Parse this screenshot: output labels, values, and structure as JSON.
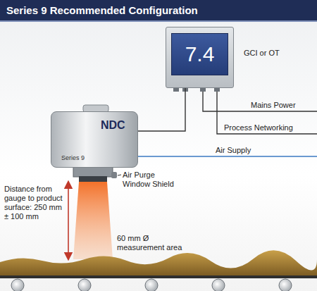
{
  "diagram": {
    "title": "Series 9 Recommended Configuration",
    "nodes": [
      {
        "text": [
          "7.4",
          "GCI or OT"
        ]
      },
      {
        "text": [
          "NDC",
          "Series 9"
        ]
      }
    ],
    "edges": [
      {
        "from": 1,
        "to": 0,
        "arrow": "none"
      }
    ],
    "labels": [
      "Mains Power",
      "Process Networking",
      "Air Supply",
      "Air Purge Window Shield",
      "Distance from gauge to product surface: 250 mm ± 100 mm",
      "60 mm Ø measurement area"
    ]
  }
}
